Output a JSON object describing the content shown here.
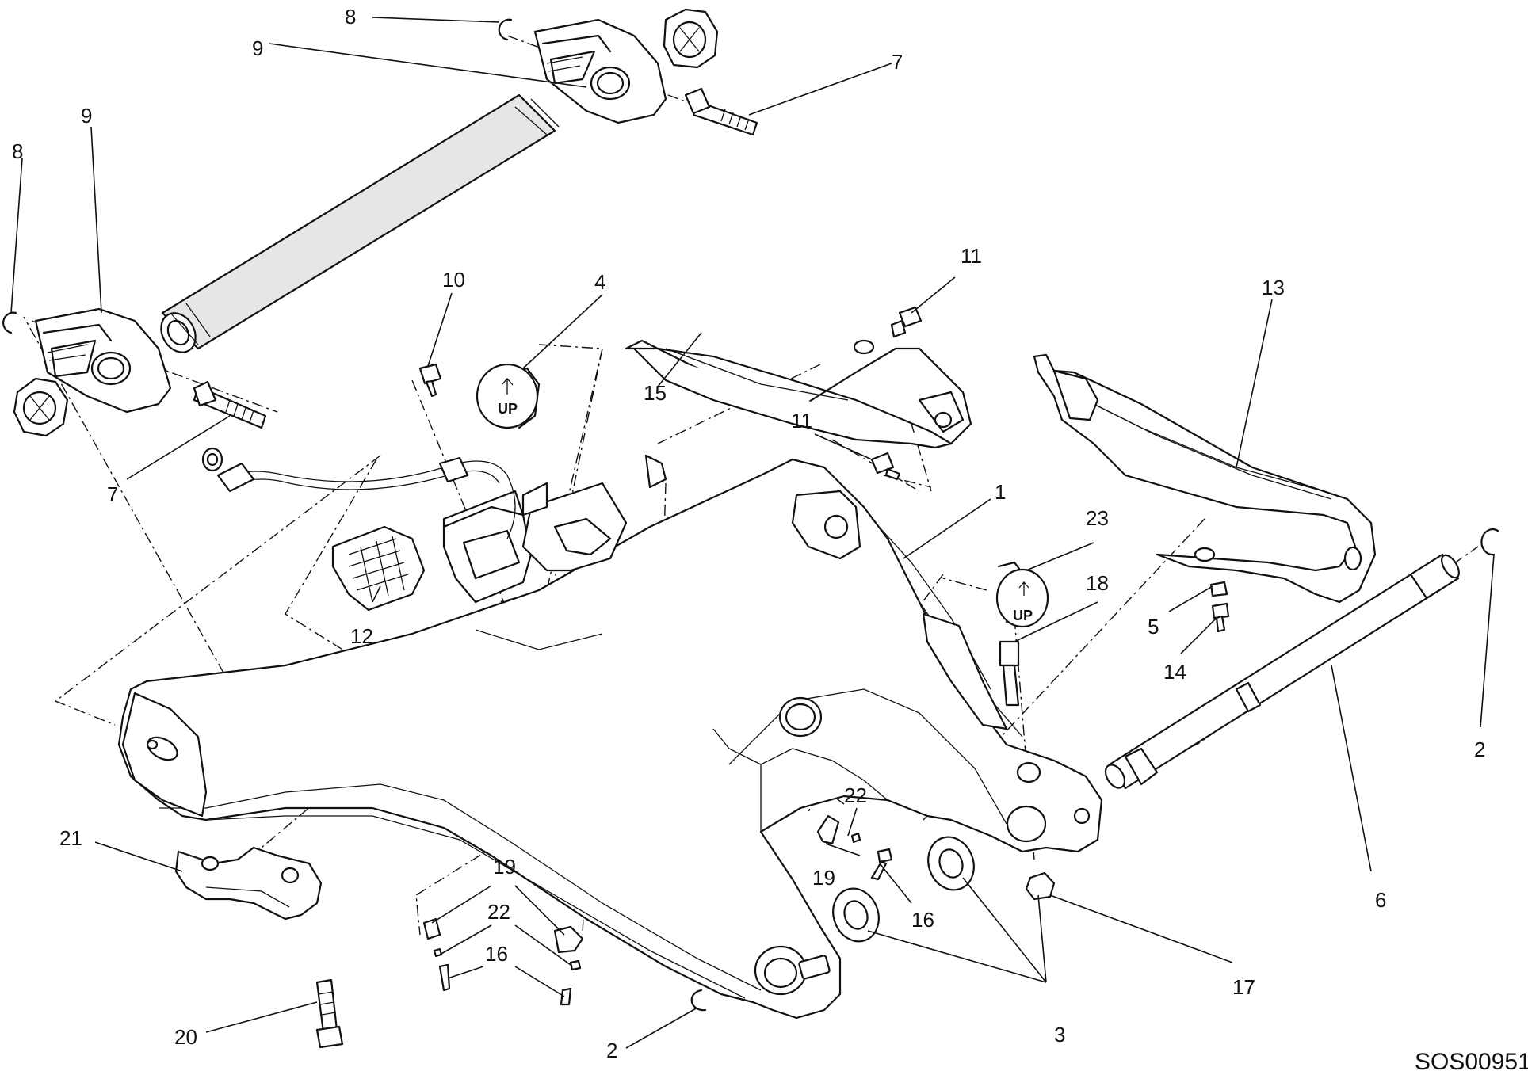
{
  "diagram_code": "SOS00951",
  "cap_label": "UP",
  "callouts": {
    "c1": "1",
    "c2a": "2",
    "c2b": "2",
    "c3": "3",
    "c4": "4",
    "c5": "5",
    "c6": "6",
    "c7a": "7",
    "c7b": "7",
    "c8a": "8",
    "c8b": "8",
    "c9a": "9",
    "c9b": "9",
    "c10": "10",
    "c11a": "11",
    "c11b": "11",
    "c12": "12",
    "c13": "13",
    "c14": "14",
    "c15": "15",
    "c16a": "16",
    "c16b": "16",
    "c17": "17",
    "c18": "18",
    "c19a": "19",
    "c19b": "19",
    "c20": "20",
    "c21": "21",
    "c22a": "22",
    "c22b": "22",
    "c23": "23"
  }
}
